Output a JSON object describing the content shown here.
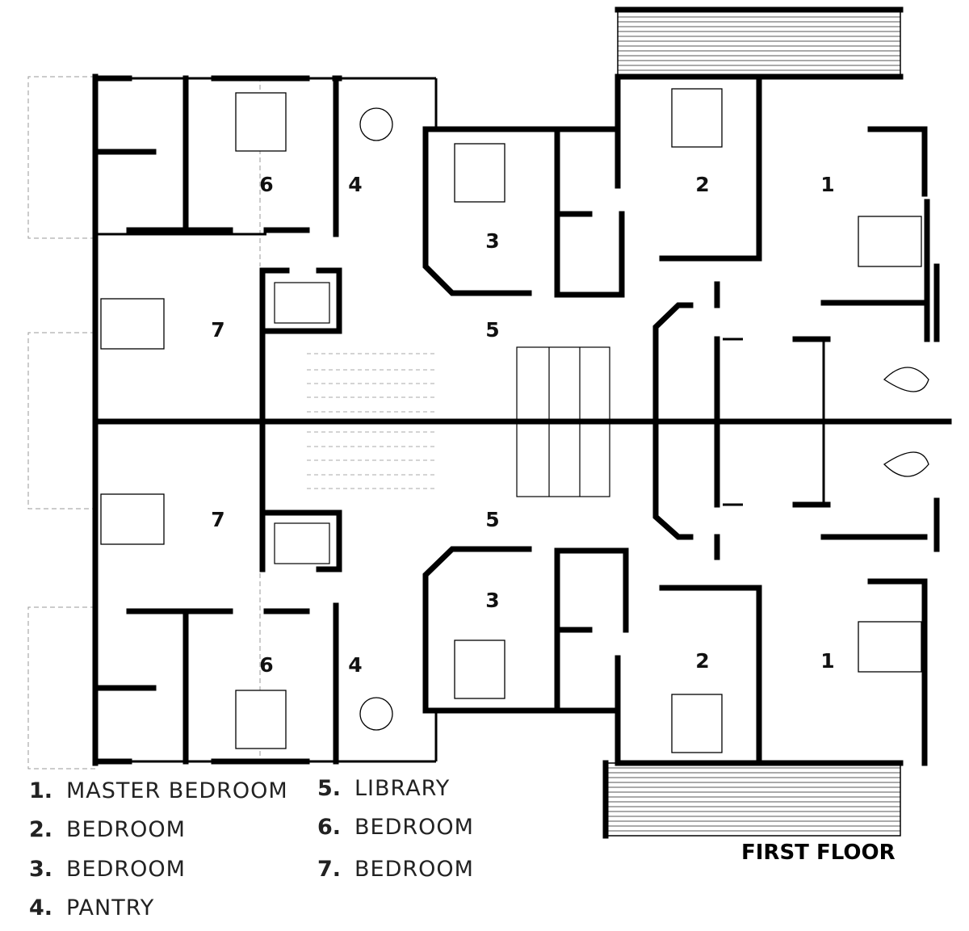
{
  "plan": {
    "title": "FIRST FLOOR",
    "room_labels_upper": [
      {
        "num": "6"
      },
      {
        "num": "4"
      },
      {
        "num": "3"
      },
      {
        "num": "2"
      },
      {
        "num": "1"
      },
      {
        "num": "7"
      },
      {
        "num": "5"
      }
    ],
    "room_labels_lower": [
      {
        "num": "7"
      },
      {
        "num": "5"
      },
      {
        "num": "3"
      },
      {
        "num": "6"
      },
      {
        "num": "4"
      },
      {
        "num": "2"
      },
      {
        "num": "1"
      }
    ]
  },
  "legend": [
    {
      "num": "1.",
      "label": "MASTER BEDROOM"
    },
    {
      "num": "2.",
      "label": "BEDROOM"
    },
    {
      "num": "3.",
      "label": "BEDROOM"
    },
    {
      "num": "4.",
      "label": "PANTRY"
    },
    {
      "num": "5.",
      "label": "LIBRARY"
    },
    {
      "num": "6.",
      "label": "BEDROOM"
    },
    {
      "num": "7.",
      "label": "BEDROOM"
    }
  ]
}
